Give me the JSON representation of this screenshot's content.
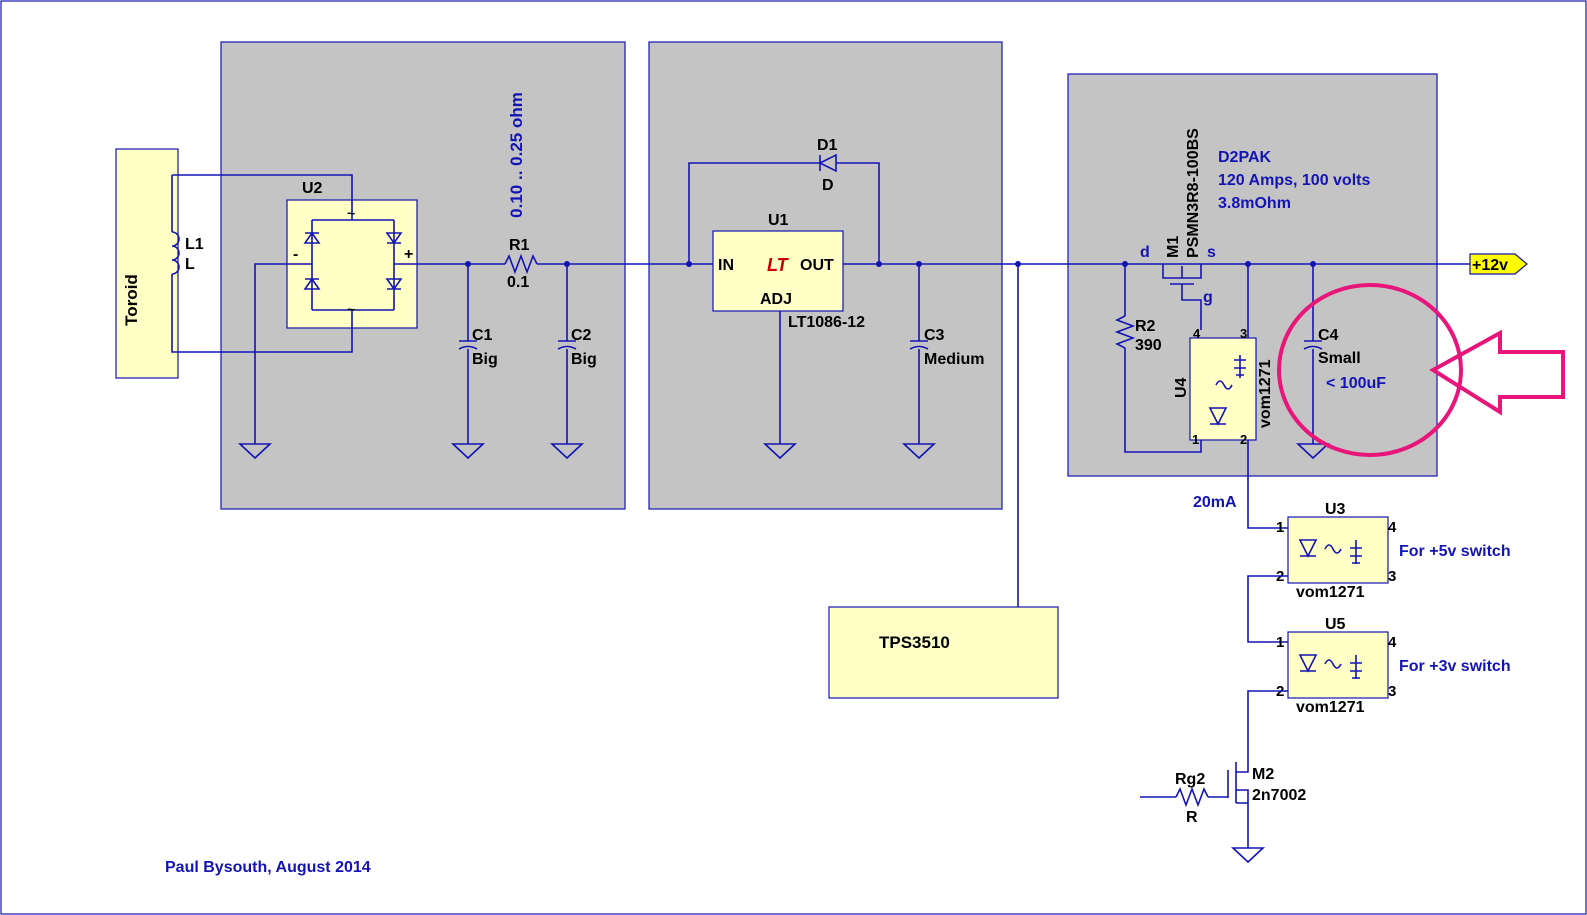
{
  "toroid": "Toroid",
  "l1": {
    "ref": "L1",
    "value": "L"
  },
  "u2": {
    "ref": "U2",
    "pin_minus": "-",
    "pin_plus": "+",
    "pin_ac": "~"
  },
  "r1": {
    "ref": "R1",
    "value": "0.1",
    "note": "0.10 .. 0.25 ohm"
  },
  "c1": {
    "ref": "C1",
    "value": "Big"
  },
  "c2": {
    "ref": "C2",
    "value": "Big"
  },
  "d1": {
    "ref": "D1",
    "value": "D"
  },
  "u1": {
    "ref": "U1",
    "pin_in": "IN",
    "pin_out": "OUT",
    "pin_adj": "ADJ",
    "part": "LT1086-12",
    "logo": "LT"
  },
  "c3": {
    "ref": "C3",
    "value": "Medium"
  },
  "m1": {
    "ref": "M1",
    "part": "PSMN3R8-100BS",
    "pin_d": "d",
    "pin_s": "s",
    "pin_g": "g"
  },
  "d2pak": {
    "line1": "D2PAK",
    "line2": "120 Amps,  100 volts",
    "line3": "3.8mOhm"
  },
  "net_out": "+12v",
  "r2": {
    "ref": "R2",
    "value": "390"
  },
  "c4": {
    "ref": "C4",
    "value": "Small",
    "note": "< 100uF"
  },
  "u4": {
    "ref": "U4",
    "part": "vom1271",
    "pin1": "1",
    "pin2": "2",
    "pin3": "3",
    "pin4": "4"
  },
  "current_label": "20mA",
  "u3": {
    "ref": "U3",
    "part": "vom1271",
    "note": "For +5v switch",
    "pin1": "1",
    "pin2": "2",
    "pin3": "3",
    "pin4": "4"
  },
  "u5": {
    "ref": "U5",
    "part": "vom1271",
    "note": "For +3v switch",
    "pin1": "1",
    "pin2": "2",
    "pin3": "3",
    "pin4": "4"
  },
  "tps": "TPS3510",
  "m2": {
    "ref": "M2",
    "part": "2n7002"
  },
  "rg2": {
    "ref": "Rg2",
    "value": "R"
  },
  "author": "Paul Bysouth, August 2014",
  "colors": {
    "wire": "#1414b4",
    "block_gray": "#c4c4c4",
    "block_yellow": "#ffffc6",
    "highlight": "#e8157a",
    "net_flag": "#ffff00"
  }
}
